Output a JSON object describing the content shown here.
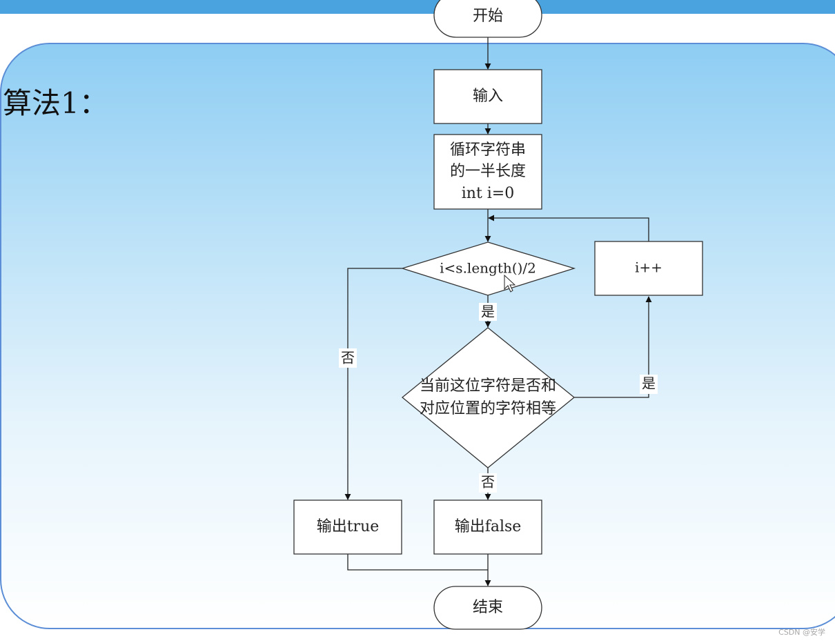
{
  "slide": {
    "title": "算法1：",
    "watermark": "CSDN @安学"
  },
  "flowchart": {
    "nodes": {
      "start": "开始",
      "input": "输入",
      "loop_init_line1": "循环字符串",
      "loop_init_line2": "的一半长度",
      "loop_init_line3": "int i=0",
      "loop_condition": "i<s.length()/2",
      "increment": "i++",
      "compare_line1": "当前这位字符是否和",
      "compare_line2": "对应位置的字符相等",
      "output_true": "输出true",
      "output_false": "输出false",
      "end": "结束"
    },
    "edge_labels": {
      "condition_yes": "是",
      "condition_no": "否",
      "compare_yes": "是",
      "compare_no": "否"
    }
  }
}
